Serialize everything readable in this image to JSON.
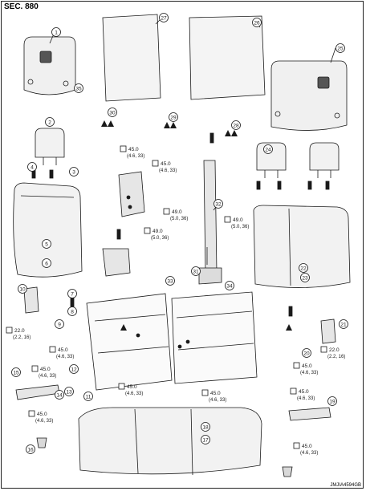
{
  "section": "SEC. 880",
  "diagram_code": "JMJIA4594GB",
  "callouts": [
    "1",
    "2",
    "3",
    "4",
    "5",
    "6",
    "7",
    "8",
    "9",
    "10",
    "11",
    "12",
    "13",
    "14",
    "15",
    "16",
    "17",
    "18",
    "19",
    "20",
    "21",
    "22",
    "23",
    "24",
    "25",
    "26",
    "27",
    "28",
    "29",
    "30",
    "31",
    "32",
    "33",
    "34",
    "35"
  ],
  "torques": [
    {
      "main": "45.0",
      "sub": "(4.6, 33)"
    },
    {
      "main": "45.0",
      "sub": "(4.6, 33)"
    },
    {
      "main": "49.0",
      "sub": "(5.0, 36)"
    },
    {
      "main": "49.0",
      "sub": "(5.0, 36)"
    },
    {
      "main": "49.0",
      "sub": "(5.0, 36)"
    },
    {
      "main": "22.0",
      "sub": "(2.2, 16)"
    },
    {
      "main": "45.0",
      "sub": "(4.6, 33)"
    },
    {
      "main": "45.0",
      "sub": "(4.6, 33)"
    },
    {
      "main": "45.0",
      "sub": "(4.6, 33)"
    },
    {
      "main": "45.0",
      "sub": "(4.6, 33)"
    },
    {
      "main": "22.0",
      "sub": "(2.2, 16)"
    },
    {
      "main": "45.0",
      "sub": "(4.6, 33)"
    },
    {
      "main": "45.0",
      "sub": "(4.6, 33)"
    },
    {
      "main": "45.0",
      "sub": "(4.6, 33)"
    },
    {
      "main": "45.0",
      "sub": "(4.6, 33)"
    }
  ],
  "colors": {
    "line": "#1a1a1a",
    "fill_light": "#f2f2f2",
    "fill_mid": "#d9d9d9",
    "frame": "#222222"
  }
}
